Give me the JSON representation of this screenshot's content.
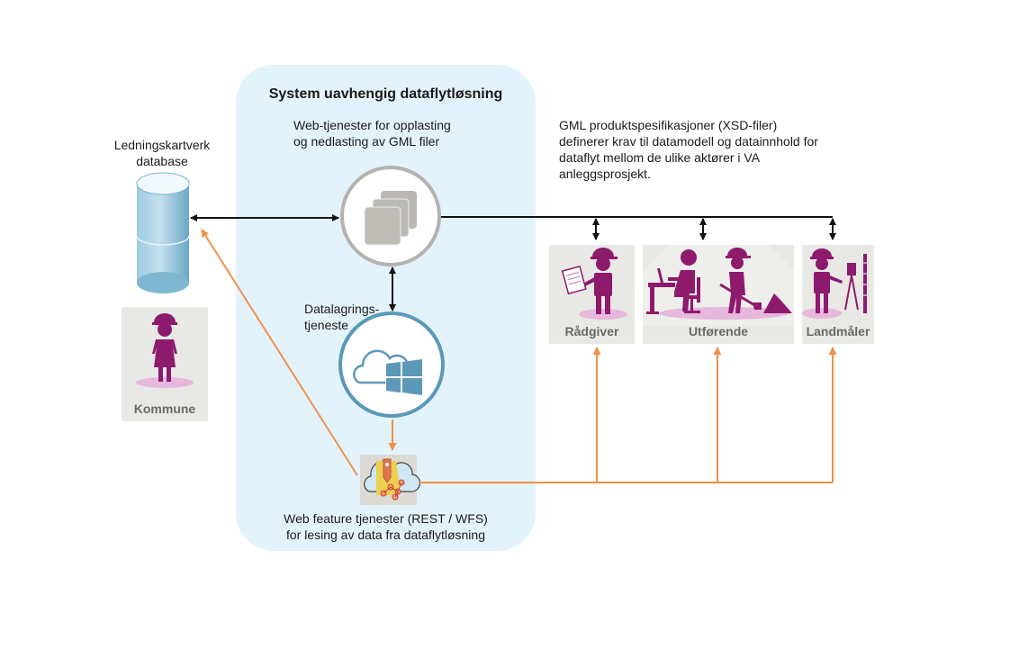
{
  "title": "System uavhengig dataflytløsning",
  "upload_service": {
    "line1": "Web-tjenester for opplasting",
    "line2": "og nedlasting av GML filer",
    "icon": "stacked-documents-icon"
  },
  "storage_service": {
    "line1": "Datalagrings-",
    "line2": "tjeneste",
    "icon": "cloud-windows-icon"
  },
  "wfs_service": {
    "line1": "Web feature tjenester (REST / WFS)",
    "line2": "for lesing av data fra dataflytløsning",
    "icon": "map-cloud-icon"
  },
  "database": {
    "line1": "Ledningskartverk",
    "line2": "database",
    "icon": "database-cylinder-icon"
  },
  "gml_spec": {
    "line1": "GML produktspesifikasjoner (XSD-filer)",
    "line2": "definerer krav til datamodell og datainnhold for",
    "line3": "dataflyt mellom de ulike aktører i VA",
    "line4": "anleggsprosjekt."
  },
  "actors": [
    {
      "label": "Kommune",
      "icon": "woman-figure-icon"
    },
    {
      "label": "Rådgiver",
      "icon": "advisor-document-icon"
    },
    {
      "label": "Utførende",
      "icon": "worker-desk-shovel-icon"
    },
    {
      "label": "Landmåler",
      "icon": "surveyor-instrument-icon"
    }
  ],
  "colors": {
    "panel": "#e3f3fc",
    "actor_magenta": "#8e1a6e",
    "actor_shadow": "#e6b8dc",
    "flow_orange": "#f0914a",
    "flow_black": "#111111",
    "cloud_blue": "#4f93b6",
    "card_gray": "#e8e8e4"
  }
}
